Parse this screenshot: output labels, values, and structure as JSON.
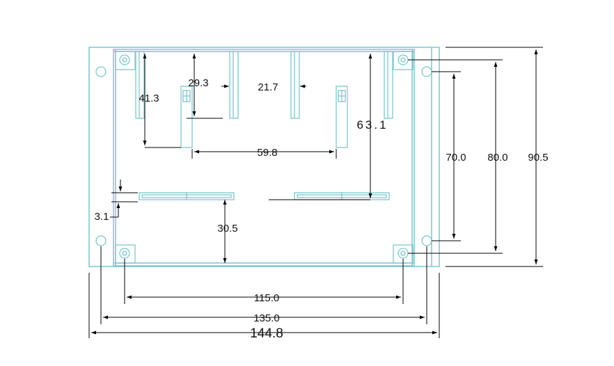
{
  "colors": {
    "board_outline": "#7cc6cf",
    "dimension_line": "#000000",
    "background": "#ffffff"
  },
  "dimensions": {
    "overall_width": "144.8",
    "mount_hole_span_outer": "135.0",
    "mount_hole_span_inner": "115.0",
    "overall_height": "90.5",
    "mount_hole_height_outer": "80.0",
    "mount_hole_height_inner": "70.0",
    "connector_offset_left": "41.3",
    "connector_spacing_a": "29.3",
    "connector_spacing_b": "21.7",
    "connector_pitch": "59.8",
    "connector_offset_right": "63.1",
    "rail_thickness": "3.1",
    "rail_height_from_bottom": "30.5"
  }
}
